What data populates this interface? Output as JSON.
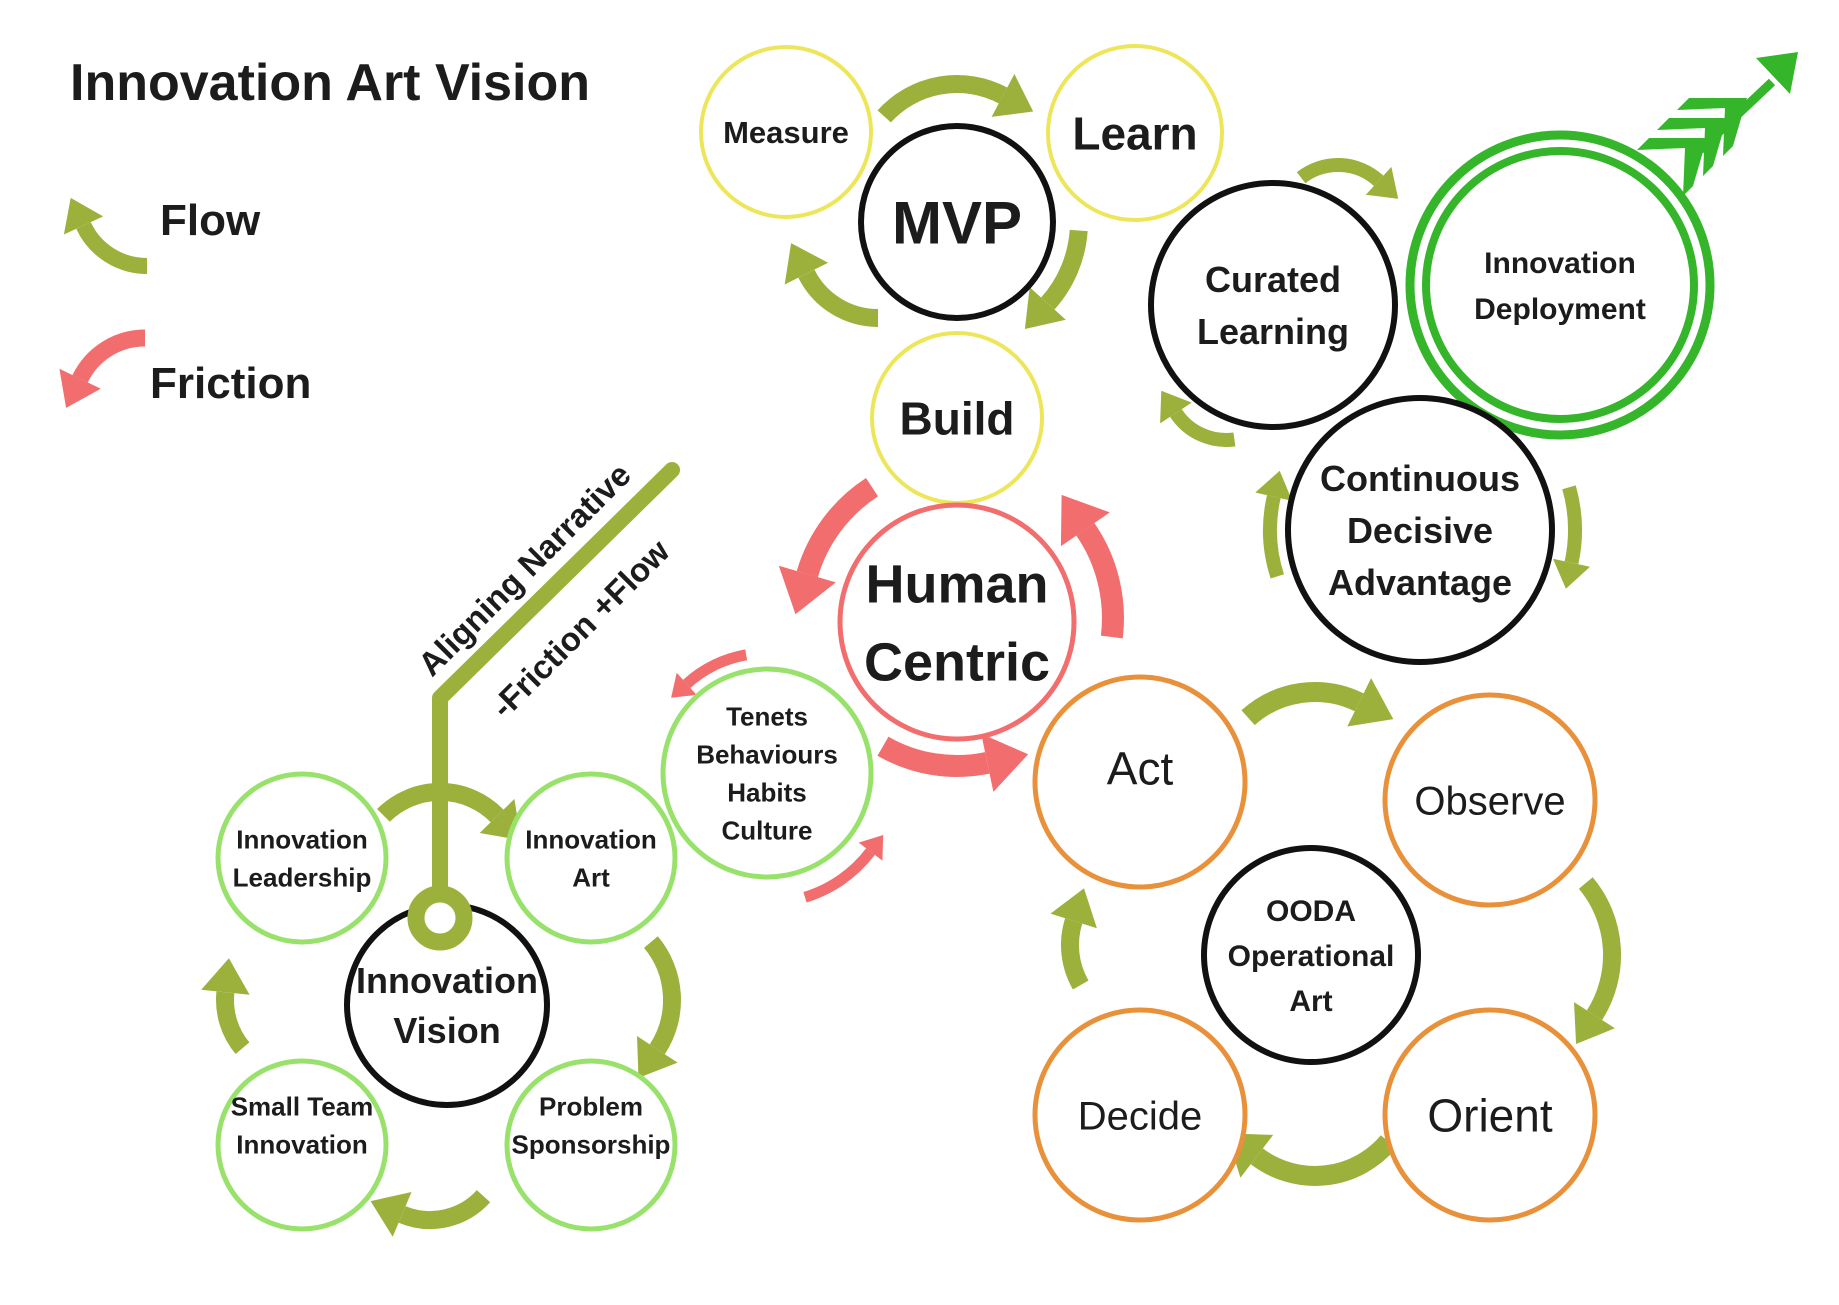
{
  "title": "Innovation Art Vision",
  "legend": {
    "flow": {
      "label": "Flow",
      "icon": "curved-arrow-up-icon"
    },
    "friction": {
      "label": "Friction",
      "icon": "curved-arrow-down-icon"
    }
  },
  "colors": {
    "flow": "#9cb13c",
    "friction": "#f26e6e",
    "yellow": "#eee65a",
    "light_green": "#98e26c",
    "orange": "#e8913a",
    "black": "#111111",
    "deploy_green": "#34b52a",
    "text": "#1c1c1c"
  },
  "narrative": {
    "line1": "Aligning Narrative",
    "line2": "-Friction +Flow"
  },
  "nodes": [
    {
      "id": "measure",
      "lines": [
        "Measure"
      ],
      "style": "yellow",
      "weight": "bold"
    },
    {
      "id": "learn",
      "lines": [
        "Learn"
      ],
      "style": "yellow",
      "weight": "bold"
    },
    {
      "id": "mvp",
      "lines": [
        "MVP"
      ],
      "style": "black",
      "weight": "bold"
    },
    {
      "id": "build",
      "lines": [
        "Build"
      ],
      "style": "yellow",
      "weight": "bold"
    },
    {
      "id": "curated",
      "lines": [
        "Curated",
        "Learning"
      ],
      "style": "black",
      "weight": "bold"
    },
    {
      "id": "deployment",
      "lines": [
        "Innovation",
        "Deployment"
      ],
      "style": "deploy_green",
      "weight": "bold",
      "double_ring": true
    },
    {
      "id": "cda",
      "lines": [
        "Continuous",
        "Decisive",
        "Advantage"
      ],
      "style": "black",
      "weight": "bold"
    },
    {
      "id": "human",
      "lines": [
        "Human",
        "Centric"
      ],
      "style": "friction",
      "weight": "bold"
    },
    {
      "id": "tenets",
      "lines": [
        "Tenets",
        "Behaviours",
        "Habits",
        "Culture"
      ],
      "style": "light_green",
      "weight": "bold"
    },
    {
      "id": "act",
      "lines": [
        "Act"
      ],
      "style": "orange",
      "weight": "normal"
    },
    {
      "id": "observe",
      "lines": [
        "Observe"
      ],
      "style": "orange",
      "weight": "normal"
    },
    {
      "id": "ooda",
      "lines": [
        "OODA",
        "Operational",
        "Art"
      ],
      "style": "black",
      "weight": "bold"
    },
    {
      "id": "decide",
      "lines": [
        "Decide"
      ],
      "style": "orange",
      "weight": "normal"
    },
    {
      "id": "orient",
      "lines": [
        "Orient"
      ],
      "style": "orange",
      "weight": "normal"
    },
    {
      "id": "leadership",
      "lines": [
        "Innovation",
        "Leadership"
      ],
      "style": "light_green",
      "weight": "bold"
    },
    {
      "id": "art",
      "lines": [
        "Innovation",
        "Art"
      ],
      "style": "light_green",
      "weight": "bold"
    },
    {
      "id": "ivision",
      "lines": [
        "Innovation",
        "Vision"
      ],
      "style": "black",
      "weight": "bold"
    },
    {
      "id": "smallteam",
      "lines": [
        "Small Team",
        "Innovation"
      ],
      "style": "light_green",
      "weight": "bold"
    },
    {
      "id": "sponsorship",
      "lines": [
        "Problem",
        "Sponsorship"
      ],
      "style": "light_green",
      "weight": "bold"
    }
  ],
  "connections": [
    {
      "id": "measure-learn",
      "from": "Measure",
      "to": "Learn",
      "kind": "flow"
    },
    {
      "id": "learn-build",
      "from": "Learn",
      "to": "Build",
      "kind": "flow"
    },
    {
      "id": "build-measure",
      "from": "Build",
      "to": "Measure",
      "kind": "flow"
    },
    {
      "id": "curated-deployment",
      "from": "Curated Learning",
      "to": "Innovation Deployment",
      "kind": "flow"
    },
    {
      "id": "cda-curated",
      "from": "Continuous Decisive Advantage",
      "to": "Curated Learning",
      "kind": "flow"
    },
    {
      "id": "cda-left",
      "from": "Continuous Decisive Advantage",
      "to": "Continuous Decisive Advantage",
      "kind": "flow"
    },
    {
      "id": "cda-right",
      "from": "Continuous Decisive Advantage",
      "to": "Observe",
      "kind": "flow"
    },
    {
      "id": "act-observe",
      "from": "Act",
      "to": "Observe",
      "kind": "flow"
    },
    {
      "id": "observe-orient",
      "from": "Observe",
      "to": "Orient",
      "kind": "flow"
    },
    {
      "id": "orient-decide",
      "from": "Orient",
      "to": "Decide",
      "kind": "flow"
    },
    {
      "id": "decide-act",
      "from": "Decide",
      "to": "Act",
      "kind": "flow"
    },
    {
      "id": "human-top",
      "from": "Build",
      "to": "Tenets Behaviours Habits Culture",
      "kind": "friction"
    },
    {
      "id": "human-right",
      "from": "Act",
      "to": "Build",
      "kind": "friction"
    },
    {
      "id": "human-bottom",
      "from": "Tenets Behaviours Habits Culture",
      "to": "Act",
      "kind": "friction"
    },
    {
      "id": "tenets-top",
      "from": "Tenets Behaviours Habits Culture",
      "to": "Innovation Art",
      "kind": "friction"
    },
    {
      "id": "tenets-bottom",
      "from": "Innovation Art",
      "to": "Human Centric",
      "kind": "friction"
    },
    {
      "id": "leadership-art",
      "from": "Innovation Leadership",
      "to": "Innovation Art",
      "kind": "flow"
    },
    {
      "id": "art-sponsorship",
      "from": "Innovation Art",
      "to": "Problem Sponsorship",
      "kind": "flow"
    },
    {
      "id": "sponsorship-smallteam",
      "from": "Problem Sponsorship",
      "to": "Small Team Innovation",
      "kind": "flow"
    },
    {
      "id": "smallteam-leadership",
      "from": "Small Team Innovation",
      "to": "Innovation Leadership",
      "kind": "flow"
    }
  ]
}
